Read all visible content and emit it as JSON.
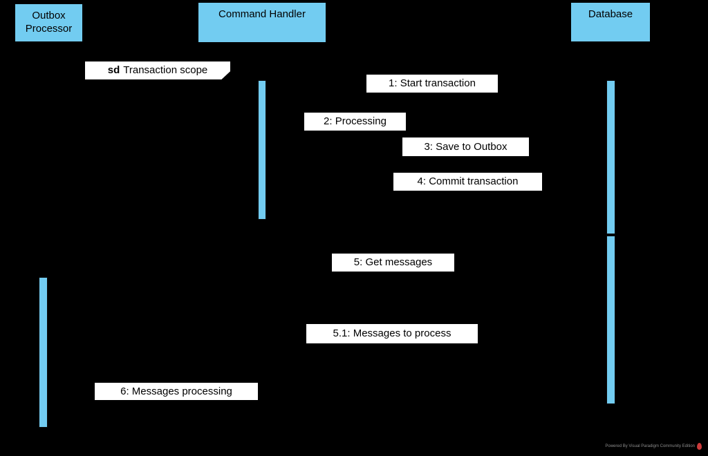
{
  "diagram_type": "uml-sequence-diagram",
  "actors": [
    {
      "label": "Outbox Processor"
    },
    {
      "label": "Command Handler"
    },
    {
      "label": "Database"
    }
  ],
  "fragment": {
    "keyword": "sd",
    "name": "Transaction scope"
  },
  "messages": [
    {
      "label": "1: Start transaction"
    },
    {
      "label": "2: Processing"
    },
    {
      "label": "3: Save to Outbox"
    },
    {
      "label": "4: Commit transaction"
    },
    {
      "label": "5: Get messages"
    },
    {
      "label": "5.1: Messages to process"
    },
    {
      "label": "6: Messages processing"
    }
  ],
  "colors": {
    "background": "#000000",
    "actor_fill": "#72ccf1",
    "activation_fill": "#72ccf1",
    "label_background": "#ffffff",
    "text": "#000000",
    "watermark_text": "#8c8c8c",
    "watermark_logo": "#cb3b3b"
  },
  "watermark": {
    "text": "Powered By Visual Paradigm Community Edition"
  }
}
